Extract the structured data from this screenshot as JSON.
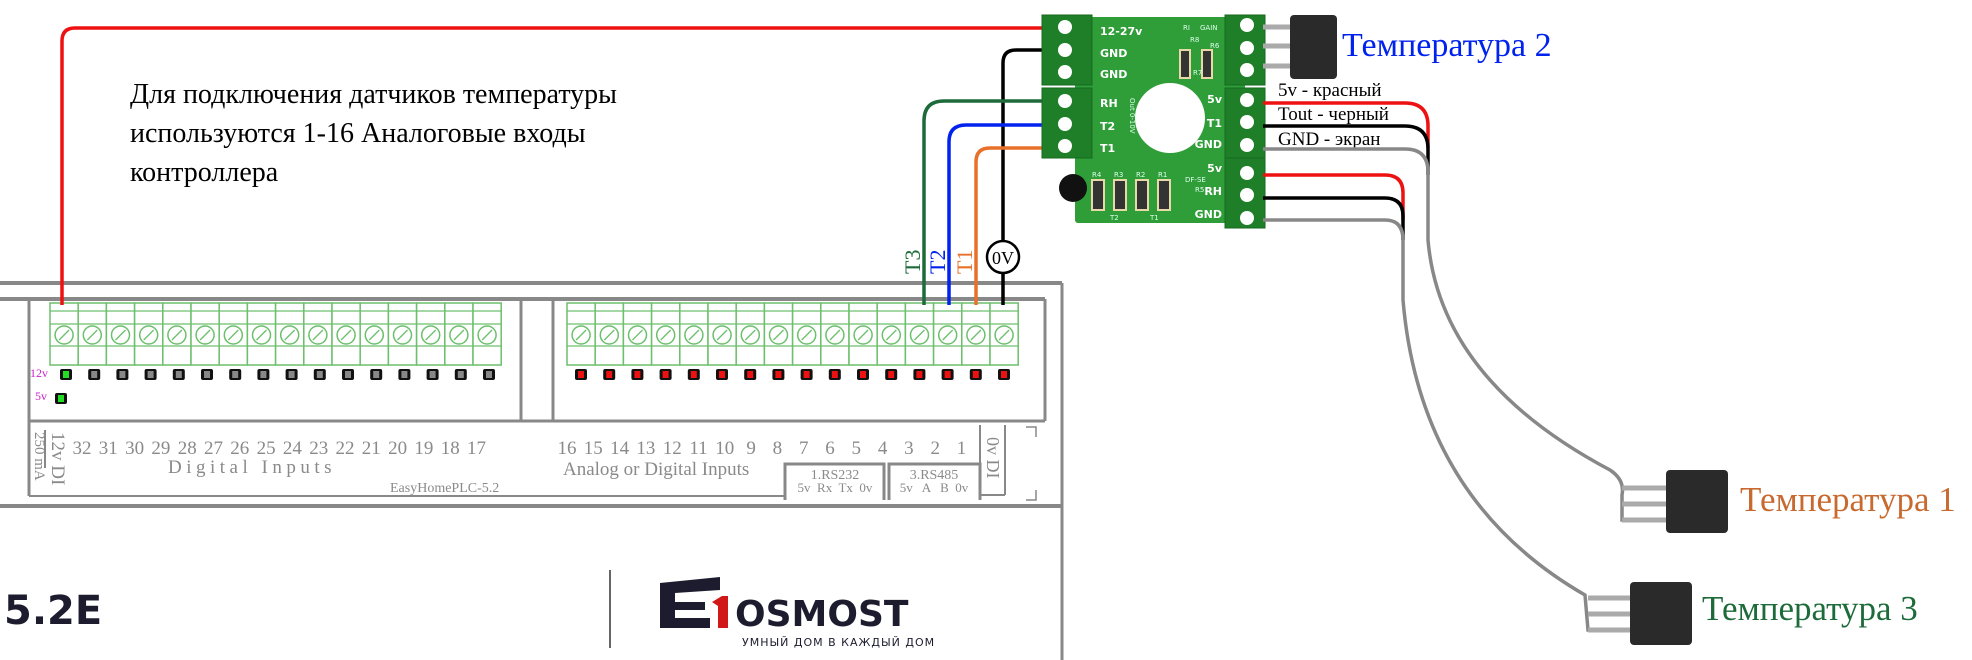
{
  "instruction": {
    "lines": [
      "Для подключения датчиков температуры",
      "используются 1-16 Аналоговые входы",
      "контроллера"
    ]
  },
  "controller": {
    "power_label_top": "12v DI",
    "power_label_bottom": "250 mA",
    "led_12v": "12v",
    "led_5v": "5v",
    "digital_numbers": [
      "32",
      "31",
      "30",
      "29",
      "28",
      "27",
      "26",
      "25",
      "24",
      "23",
      "22",
      "21",
      "20",
      "19",
      "18",
      "17"
    ],
    "analog_numbers": [
      "16",
      "15",
      "14",
      "13",
      "12",
      "11",
      "10",
      "9",
      "8",
      "7",
      "6",
      "5",
      "4",
      "3",
      "2",
      "1"
    ],
    "digital_title": "Digital Inputs",
    "analog_title": "Analog or Digital Inputs",
    "model": "EasyHomePLC-5.2",
    "rs232_title": "1.RS232",
    "rs232_pins": "5v  Rx  Tx  0v",
    "rs485_title": "3.RS485",
    "rs485_pins": "5v   A   B  0v",
    "ov_di": "0v DI",
    "version": "5.2E"
  },
  "wires": {
    "t3": "T3",
    "t2": "T2",
    "t1": "T1",
    "ov": "0V"
  },
  "sensor_board": {
    "left_pins": [
      "12-27v",
      "GND",
      "GND",
      "RH",
      "T2",
      "T1"
    ],
    "right_pins": [
      "5v",
      "T1",
      "GND",
      "5v",
      "RH",
      "GND"
    ],
    "silk": [
      "RI",
      "GAIN",
      "R8",
      "R6",
      "R7",
      "R4",
      "R3",
      "R2",
      "R1",
      "DF-SE",
      "R5",
      "Out 0-10V",
      "T2",
      "T1"
    ]
  },
  "wire_legend": [
    "5v - красный",
    "Tout - черный",
    "GND - экран"
  ],
  "sensors": {
    "temp1": "Температура 1",
    "temp2": "Температура 2",
    "temp3": "Температура 3"
  },
  "logo": {
    "brand": "OSMOST",
    "tagline": "УМНЫЙ ДОМ В КАЖДЫЙ ДОМ"
  },
  "colors": {
    "red": "#ee1111",
    "blue": "#0022ee",
    "green": "#1d6b3a",
    "orange": "#e8702a",
    "pcb": "#2f9d38"
  }
}
